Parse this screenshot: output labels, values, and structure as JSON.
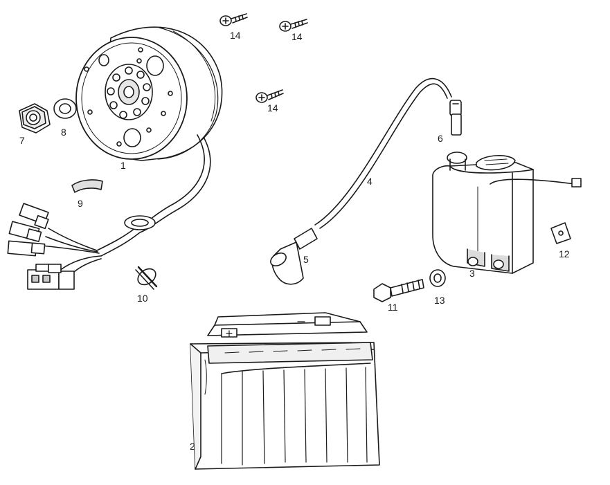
{
  "diagram": {
    "kind": "exploded parts view",
    "parts": [
      {
        "number": "1",
        "name": "flywheel-magneto"
      },
      {
        "number": "2",
        "name": "battery"
      },
      {
        "number": "3",
        "name": "ignition-coil-cdi"
      },
      {
        "number": "4",
        "name": "hv-lead"
      },
      {
        "number": "5",
        "name": "spark-plug-cap"
      },
      {
        "number": "6",
        "name": "lead-terminal-cap"
      },
      {
        "number": "7",
        "name": "hex-nut"
      },
      {
        "number": "8",
        "name": "washer"
      },
      {
        "number": "9",
        "name": "woodruff-key"
      },
      {
        "number": "10",
        "name": "cable-clip"
      },
      {
        "number": "11",
        "name": "mounting-bolt"
      },
      {
        "number": "12",
        "name": "clip-nut"
      },
      {
        "number": "13",
        "name": "washer"
      },
      {
        "number": "14",
        "name": "screw"
      }
    ],
    "callouts": [
      "14",
      "14",
      "14",
      "7",
      "8",
      "1",
      "9",
      "10",
      "6",
      "4",
      "5",
      "3",
      "12",
      "11",
      "13",
      "2"
    ],
    "colors": {
      "line": "#1a1a1a",
      "shade": "#c8c8c8",
      "background": "#ffffff"
    }
  }
}
